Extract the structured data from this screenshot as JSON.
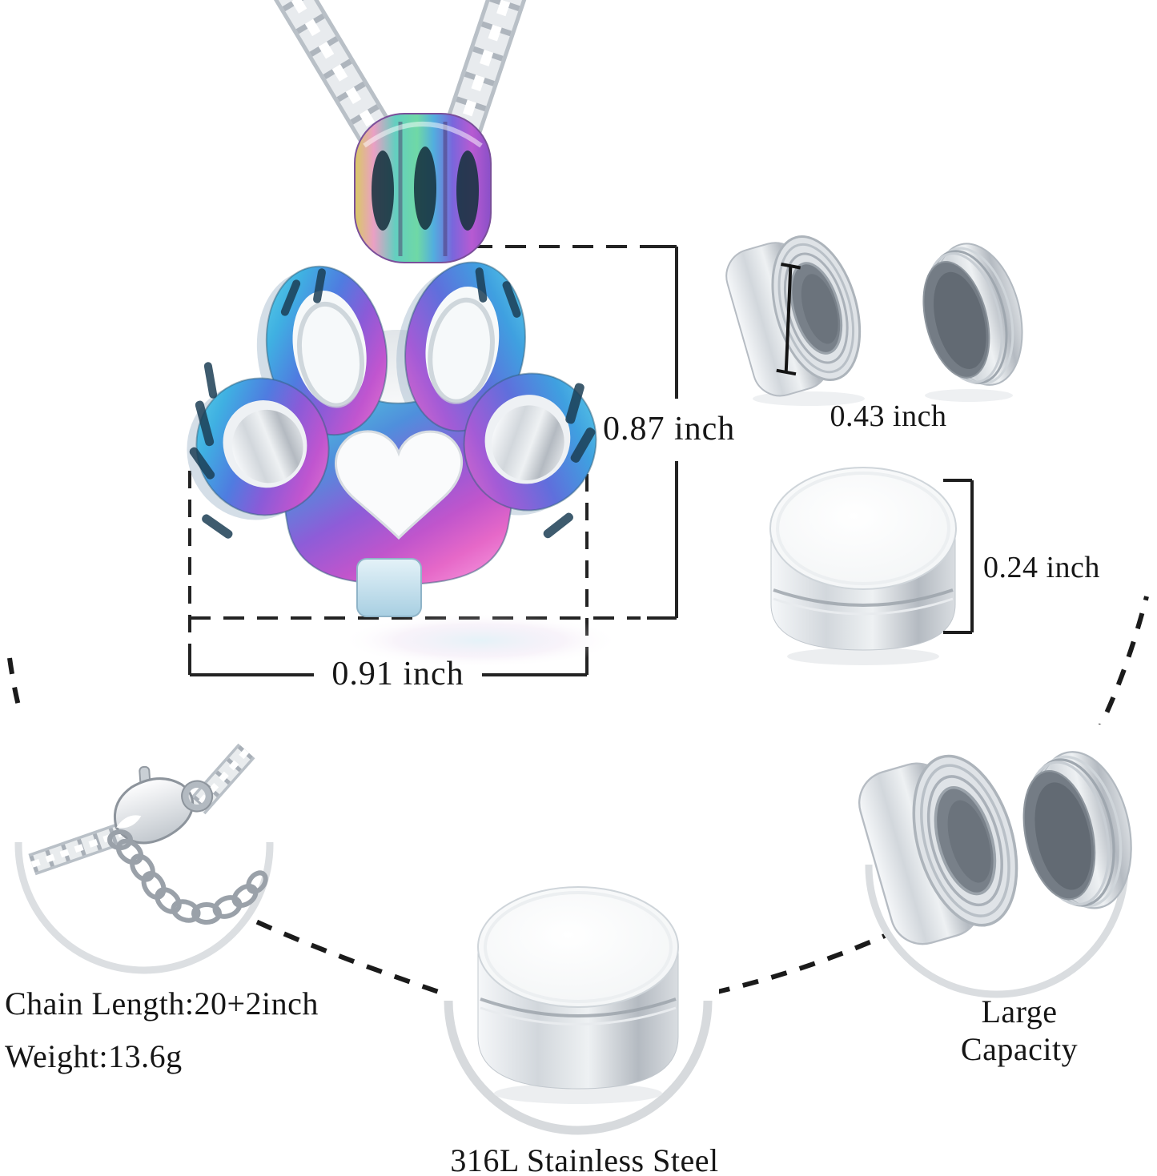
{
  "measurements": {
    "pendant_height": "0.87 inch",
    "pendant_width": "0.91 inch",
    "capsule_opening": "0.43 inch",
    "capsule_height": "0.24 inch"
  },
  "captions": {
    "chain_length": "Chain Length:20+2inch",
    "weight": "Weight:13.6g",
    "capacity": "Large Capacity",
    "material": "316L Stainless Steel"
  },
  "colors": {
    "background": "#ffffff",
    "text": "#161616",
    "measure_line": "#232323",
    "silver_light": "#f4f6f8",
    "silver_mid": "#c9ced4",
    "silver_dark": "#8f969e",
    "rainbow_cyan": "#52cede",
    "rainbow_blue": "#4f7ce0",
    "rainbow_purple": "#8a5bd8",
    "rainbow_magenta": "#d457cc",
    "rainbow_pink": "#f08ad2",
    "rainbow_yellow": "#d9c964",
    "clasp_tab_blue": "#cfe6f2"
  }
}
